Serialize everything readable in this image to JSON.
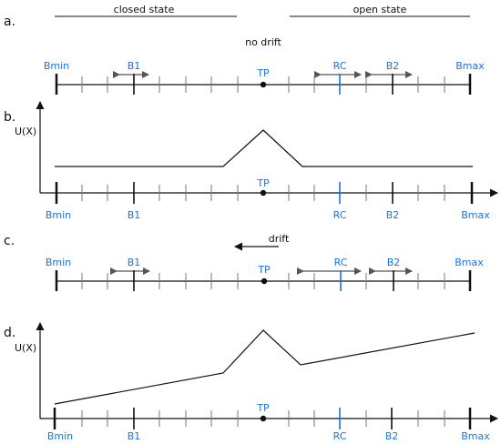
{
  "colors": {
    "accent": "#1a73e8",
    "line": "#111111",
    "tick": "#555555",
    "arrow": "#555555"
  },
  "panel_a": {
    "label": "a.",
    "closed_state": "closed state",
    "open_state": "open state",
    "caption": "no drift",
    "bmin": "Bmin",
    "b1": "B1",
    "tp": "TP",
    "rc": "RC",
    "b2": "B2",
    "bmax": "Bmax"
  },
  "panel_b": {
    "label": "b.",
    "ylabel": "U(X)",
    "bmin": "Bmin",
    "b1": "B1",
    "tp": "TP",
    "rc": "RC",
    "b2": "B2",
    "bmax": "Bmax"
  },
  "panel_c": {
    "label": "c.",
    "caption": "drift",
    "bmin": "Bmin",
    "b1": "B1",
    "tp": "TP",
    "rc": "RC",
    "b2": "B2",
    "bmax": "Bmax"
  },
  "panel_d": {
    "label": "d.",
    "ylabel": "U(X)",
    "bmin": "Bmin",
    "b1": "B1",
    "tp": "TP",
    "rc": "RC",
    "b2": "B2",
    "bmax": "Bmax"
  }
}
